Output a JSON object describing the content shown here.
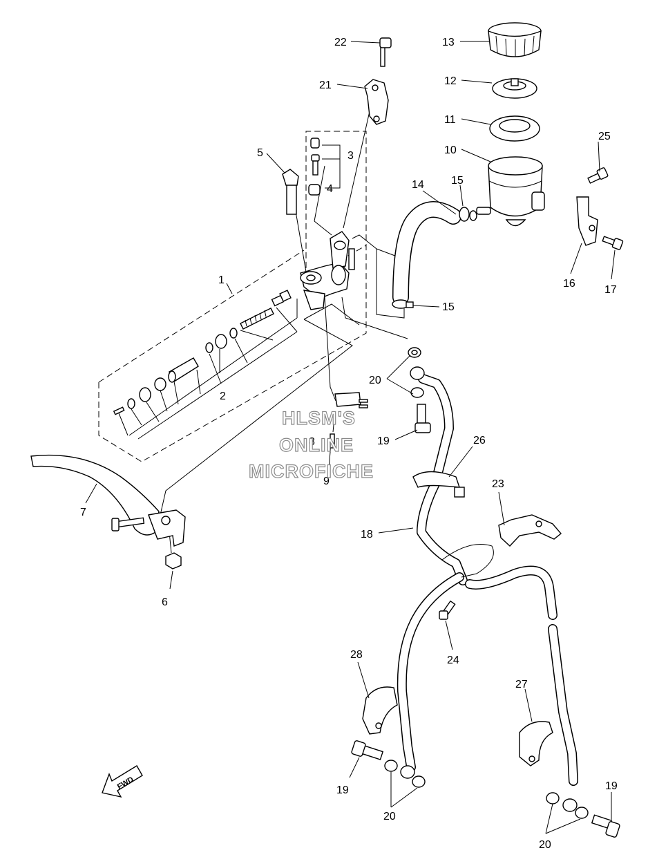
{
  "labels": {
    "p1": "1",
    "p2": "2",
    "p3": "3",
    "p4": "4",
    "p5": "5",
    "p6": "6",
    "p7": "7",
    "p8": "8",
    "p9": "9",
    "p10": "10",
    "p11": "11",
    "p12": "12",
    "p13": "13",
    "p14": "14",
    "p15a": "15",
    "p15b": "15",
    "p16": "16",
    "p17": "17",
    "p18": "18",
    "p19a": "19",
    "p19b": "19",
    "p19c": "19",
    "p20a": "20",
    "p20b": "20",
    "p20c": "20",
    "p21": "21",
    "p22": "22",
    "p23": "23",
    "p24": "24",
    "p25": "25",
    "p26": "26",
    "p27": "27",
    "p28": "28"
  },
  "watermark": {
    "line1": "HLSM'S",
    "line2": "ONLINE",
    "line3": "MICROFICHE"
  },
  "fwd_arrow": {
    "text": "FWD",
    "icon": "fwd-arrow-icon"
  },
  "colors": {
    "ink": "#000000",
    "paper": "#ffffff",
    "watermark": "#8a8a8a"
  }
}
